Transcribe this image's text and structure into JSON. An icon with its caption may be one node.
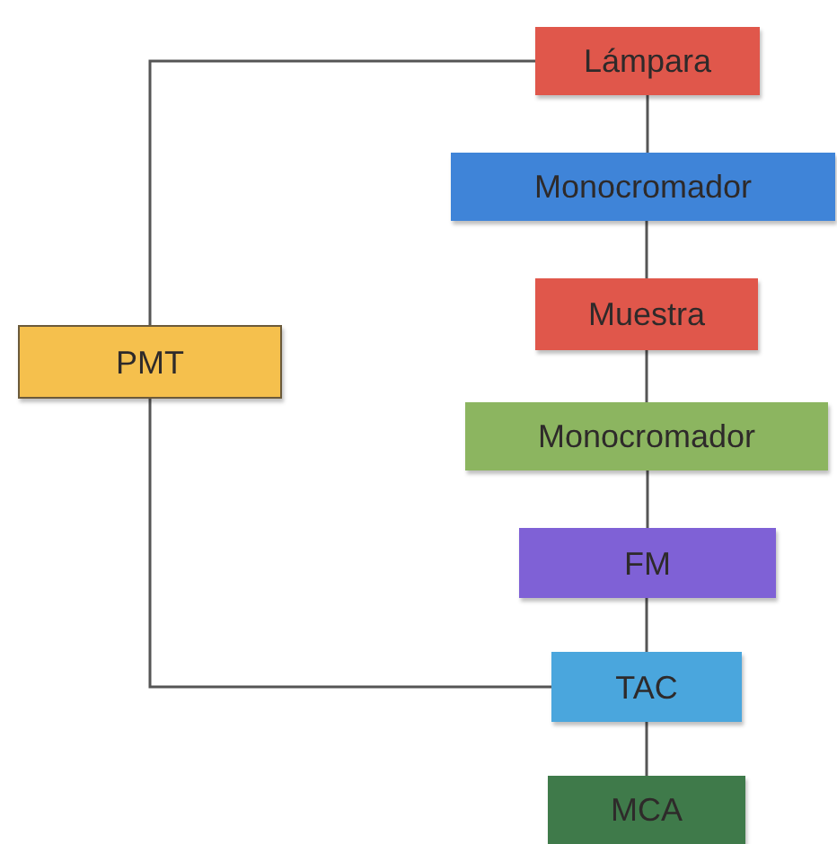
{
  "diagram": {
    "nodes": [
      {
        "text": [
          "Lámpara"
        ]
      },
      {
        "text": [
          "Monocromador"
        ]
      },
      {
        "text": [
          "Muestra"
        ]
      },
      {
        "text": [
          "Monocromador"
        ]
      },
      {
        "text": [
          "FM"
        ]
      },
      {
        "text": [
          "TAC"
        ]
      },
      {
        "text": [
          "MCA"
        ]
      },
      {
        "text": [
          "PMT"
        ]
      }
    ],
    "edges": [
      {
        "from": 0,
        "to": 1,
        "arrow": "none"
      },
      {
        "from": 1,
        "to": 2,
        "arrow": "none"
      },
      {
        "from": 2,
        "to": 3,
        "arrow": "none"
      },
      {
        "from": 3,
        "to": 4,
        "arrow": "none"
      },
      {
        "from": 4,
        "to": 5,
        "arrow": "none"
      },
      {
        "from": 5,
        "to": 6,
        "arrow": "none"
      },
      {
        "from": 7,
        "to": 0,
        "arrow": "none"
      },
      {
        "from": 7,
        "to": 5,
        "arrow": "none"
      }
    ]
  }
}
